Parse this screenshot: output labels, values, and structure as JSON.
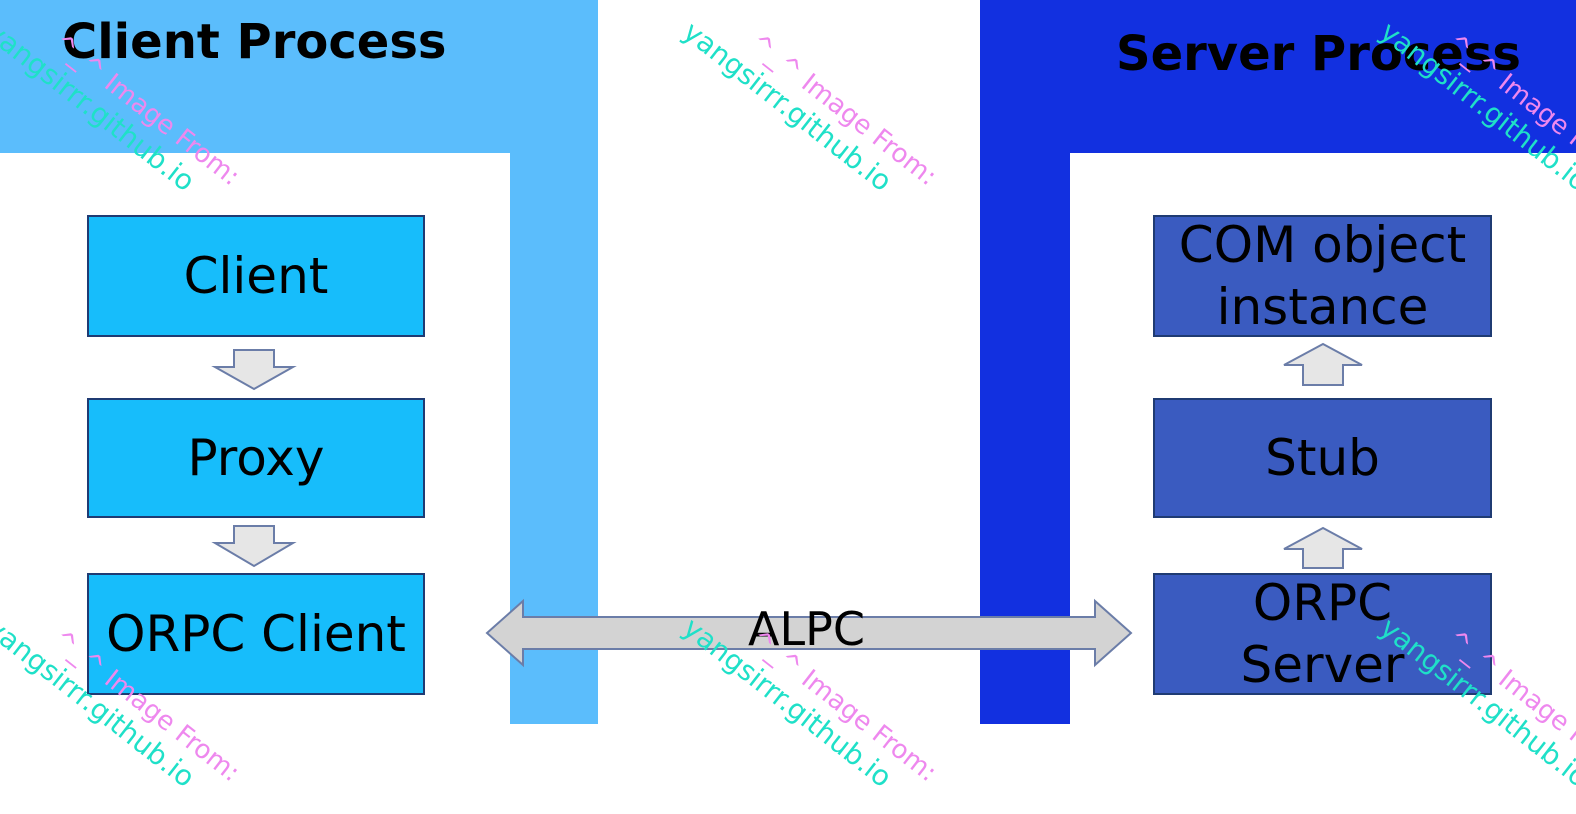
{
  "client_process": {
    "title": "Client Process",
    "boxes": [
      "Client",
      "Proxy",
      "ORPC Client"
    ],
    "arrows": [
      "down",
      "down"
    ]
  },
  "server_process": {
    "title": "Server Process",
    "boxes": [
      "COM object\ninstance",
      "Stub",
      "ORPC\nServer"
    ],
    "arrows": [
      "up",
      "up"
    ]
  },
  "connection": {
    "label": "ALPC",
    "direction": "bidirectional"
  },
  "watermark": {
    "line1": "^_^ Image From:",
    "line2": "yangsirrr.github.io"
  },
  "colors": {
    "client_panel": "#5bbdfc",
    "client_box": "#17bdfb",
    "server_panel": "#1230e0",
    "server_box": "#3a5bc0",
    "arrow_fill": "#e6e6e6",
    "arrow_stroke": "#6b7da8",
    "alpc_fill": "#d3d3d3"
  }
}
